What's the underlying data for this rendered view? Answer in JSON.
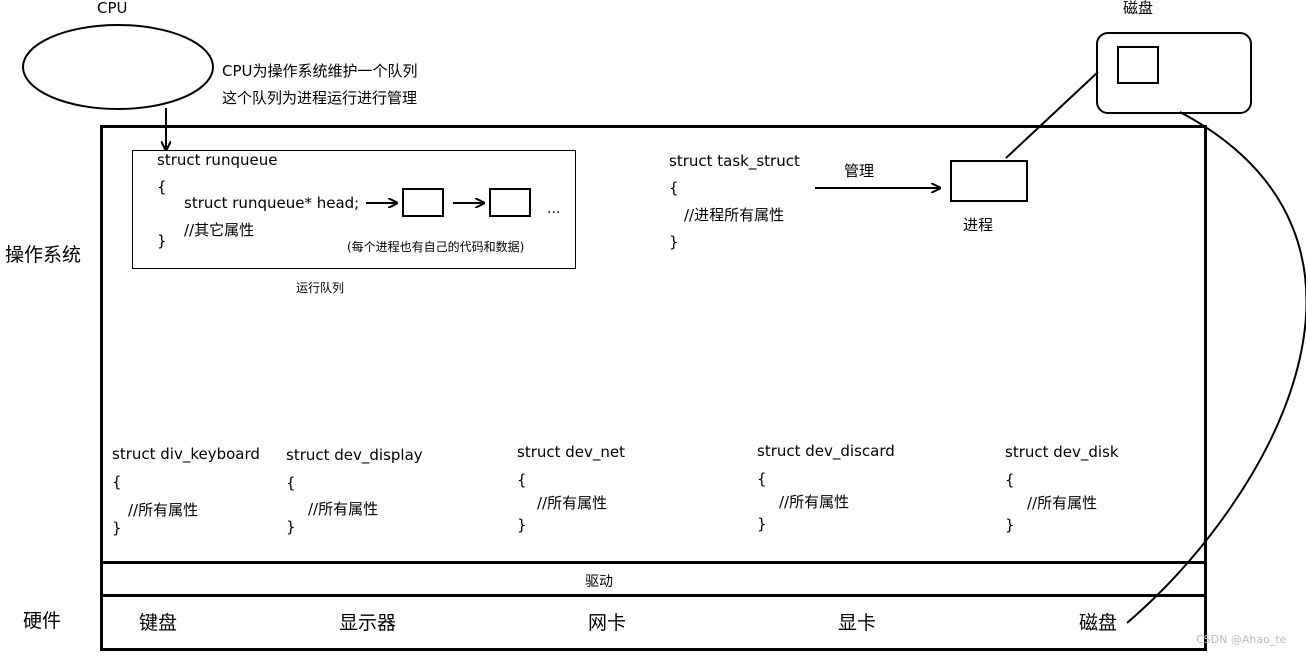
{
  "cpu": {
    "label": "CPU",
    "note_line1": "CPU为操作系统维护一个队列",
    "note_line2": "这个队列为进程运行进行管理"
  },
  "disk_top": {
    "label": "磁盘"
  },
  "os": {
    "label": "操作系统",
    "runqueue": {
      "decl": "struct runqueue",
      "open": "{",
      "head": "struct runqueue* head;",
      "other": "//其它属性",
      "close": "}",
      "ellipsis": "...",
      "note": "(每个进程也有自己的代码和数据)",
      "caption": "运行队列"
    },
    "task_struct": {
      "decl": "struct task_struct",
      "open": "{",
      "body": "//进程所有属性",
      "close": "}",
      "manage_label": "管理",
      "process_label": "进程"
    },
    "devices": [
      {
        "decl": "struct div_keyboard",
        "open": "{",
        "body": "//所有属性",
        "close": "}"
      },
      {
        "decl": "struct dev_display",
        "open": "{",
        "body": "//所有属性",
        "close": "}"
      },
      {
        "decl": "struct dev_net",
        "open": "{",
        "body": "//所有属性",
        "close": "}"
      },
      {
        "decl": "struct dev_discard",
        "open": "{",
        "body": "//所有属性",
        "close": "}"
      },
      {
        "decl": "struct dev_disk",
        "open": "{",
        "body": "//所有属性",
        "close": "}"
      }
    ]
  },
  "driver": {
    "label": "驱动"
  },
  "hardware": {
    "label": "硬件",
    "items": [
      "键盘",
      "显示器",
      "网卡",
      "显卡",
      "磁盘"
    ]
  },
  "watermark": "CSDN @Ahao_te"
}
